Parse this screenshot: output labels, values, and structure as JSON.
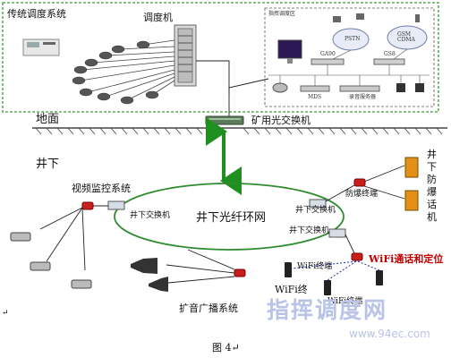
{
  "labels": {
    "traditional_dispatch": "传统调度系统",
    "dispatcher": "调度机",
    "command_area": "指挥调度区",
    "pstn": "PSTN",
    "gsm_cdma": "GSM\nCDMA",
    "ga90": "GA90",
    "gs8": "GS8",
    "mds": "MDS",
    "recording_server": "录音服务器",
    "ground": "地面",
    "mine_switch": "矿用光交换机",
    "underground": "井下",
    "video_monitor": "视频监控系统",
    "underground_switch": "井下交换机",
    "ring_network": "井下光纤环网",
    "explosion_proof_terminal": "防爆终端",
    "explosion_proof_phone": "井\n下\n防\n爆\n话\n机",
    "wifi_comm_location": "WiFi通话和定位",
    "wifi_terminal": "WiFi终端",
    "wifi_terminal_2": "WiFi终",
    "wifi_terminal_3": "WiFi终端",
    "broadcast": "扩音广播系统",
    "figure_caption": "图 4↵",
    "watermark_title": "指挥调度网",
    "watermark_url": "www.94ec.com",
    "para_mark": "↵"
  },
  "colors": {
    "green_border": "#3a9a3a",
    "link_green": "#1f8f1f",
    "ring_green": "#2e8b2e",
    "red_phone": "#c81e1e",
    "dashed_blue": "#1a2fb4"
  }
}
